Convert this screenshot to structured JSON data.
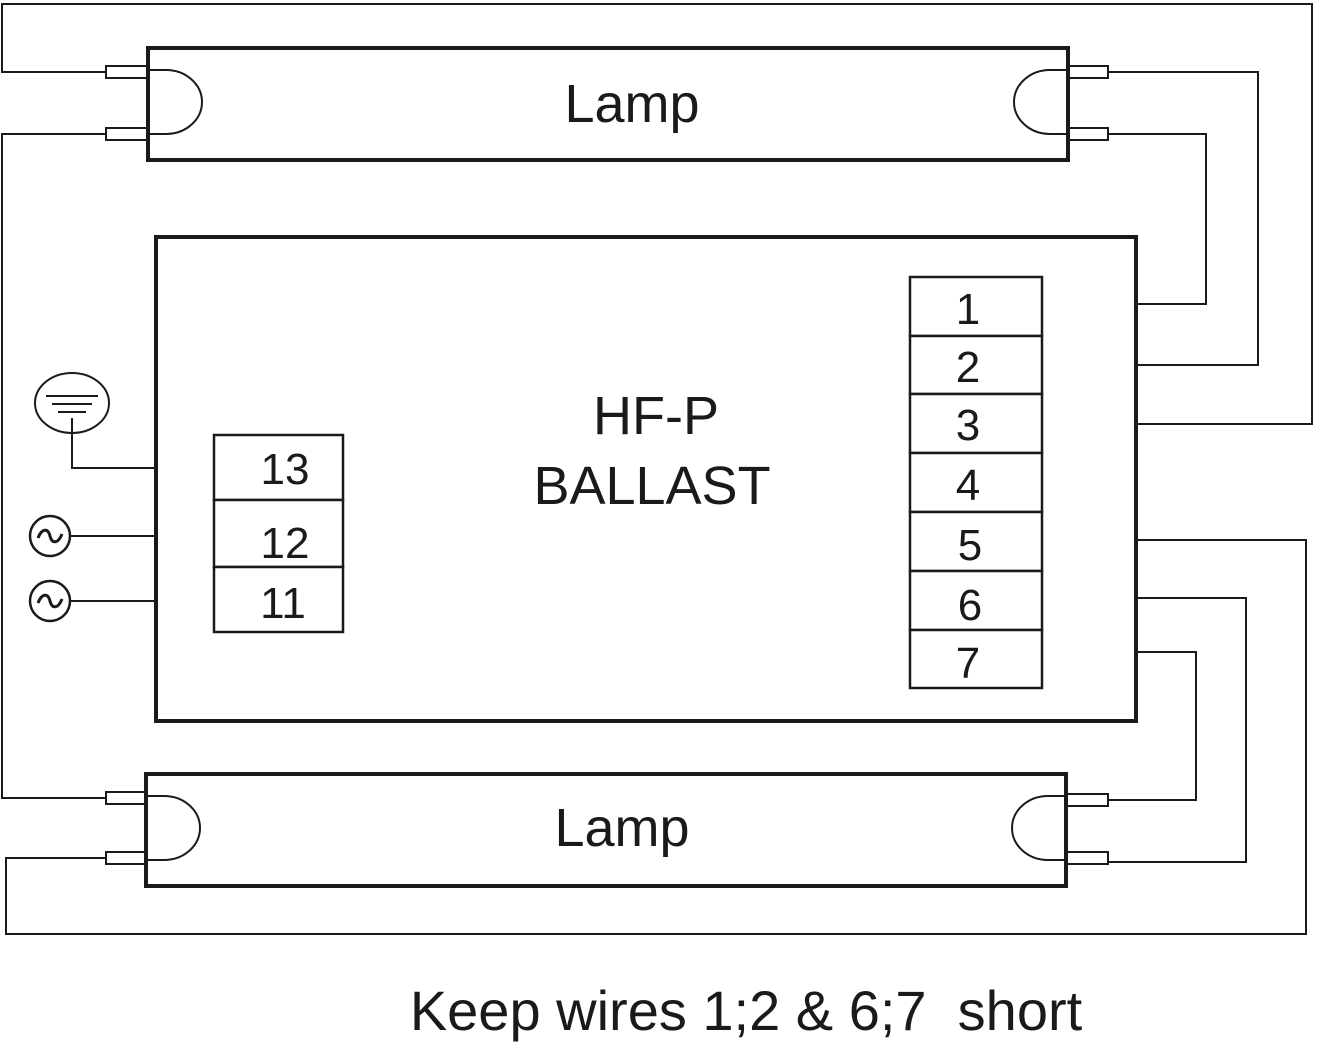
{
  "lamps": {
    "top": {
      "label": "Lamp"
    },
    "bottom": {
      "label": "Lamp"
    }
  },
  "ballast": {
    "line1": "HF-P",
    "line2": "BALLAST"
  },
  "left_terminals": [
    "13",
    "12",
    "11"
  ],
  "right_terminals": [
    "1",
    "2",
    "3",
    "4",
    "5",
    "6",
    "7"
  ],
  "icons": {
    "ground": "ground-symbol-icon",
    "ac": "ac-source-icon"
  },
  "footer": {
    "note": "Keep wires 1;2 & 6;7  short"
  },
  "colors": {
    "line": "#1a1a1a",
    "background": "#ffffff"
  }
}
